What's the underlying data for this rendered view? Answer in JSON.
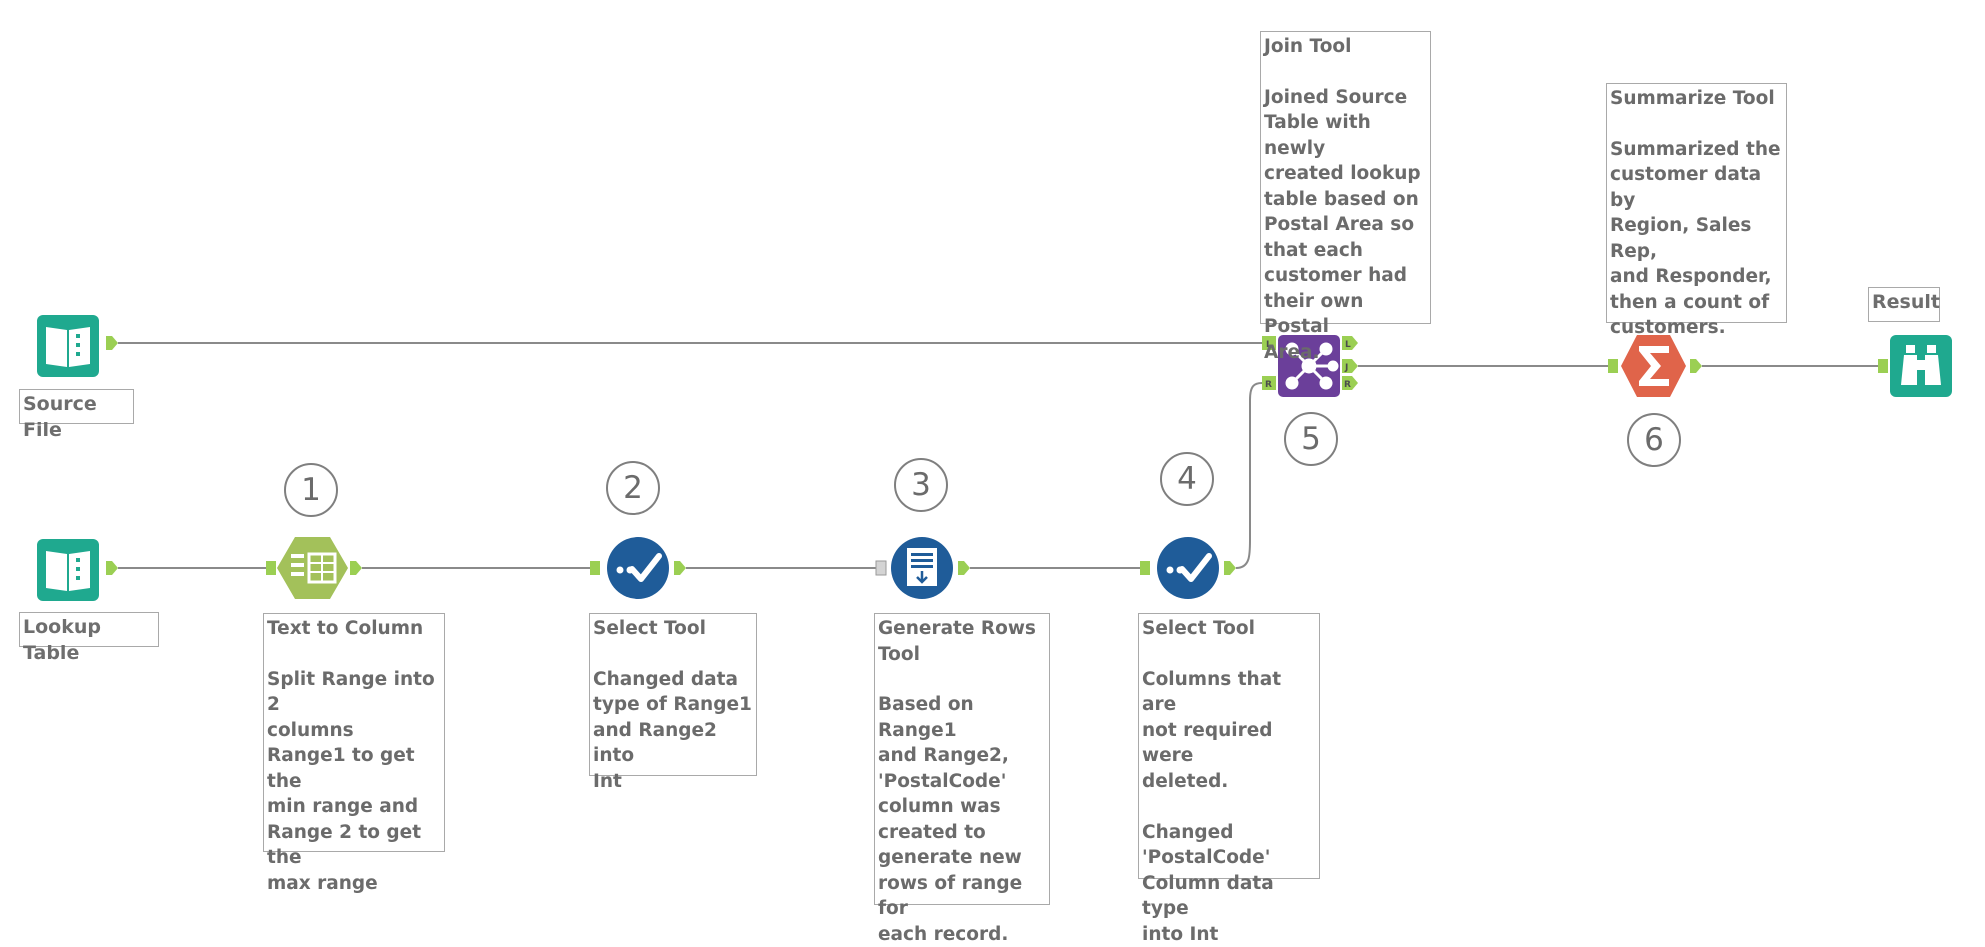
{
  "inputs": [
    {
      "label": "Source File"
    },
    {
      "label": "Lookup Table"
    }
  ],
  "tools": [
    {
      "step": "1",
      "title": "Text to Column",
      "body": "Split Range into 2\ncolumns\nRange1 to get the\nmin range and\nRange 2 to get the\nmax range"
    },
    {
      "step": "2",
      "title": "Select Tool",
      "body": "Changed data\ntype of Range1\nand Range2 into\nInt"
    },
    {
      "step": "3",
      "title": "Generate Rows\nTool",
      "body": "Based on Range1\nand Range2,\n'PostalCode'\ncolumn was\ncreated to\ngenerate new\nrows of range for\neach record."
    },
    {
      "step": "4",
      "title": "Select Tool",
      "body": "Columns that are\nnot required were\ndeleted.\n\nChanged\n'PostalCode'\nColumn data type\ninto Int"
    },
    {
      "step": "5",
      "title": "Join Tool",
      "body": "Joined Source\nTable with newly\ncreated lookup\ntable based on\nPostal Area so\nthat each\ncustomer had\ntheir own Postal\nArea."
    },
    {
      "step": "6",
      "title": "Summarize Tool",
      "body": "Summarized the\ncustomer data by\nRegion, Sales Rep,\nand Responder,\nthen a count of\ncustomers."
    }
  ],
  "output": {
    "label": "Result"
  },
  "join_ports": {
    "left": "L",
    "right": "R",
    "out_left": "L",
    "out_join": "J",
    "out_right": "R"
  },
  "colors": {
    "input": "#1fa98f",
    "text_to_column": "#a3c15a",
    "select": "#1f5c99",
    "generate_rows": "#1f5c99",
    "join": "#6b3f9a",
    "summarize": "#e0644a",
    "browse": "#1fa98f",
    "anchor": "#9bcf53"
  },
  "icons": [
    "book-icon",
    "text-to-column-icon",
    "checkmark-icon",
    "generate-rows-icon",
    "join-icon",
    "sigma-icon",
    "binoculars-icon"
  ]
}
